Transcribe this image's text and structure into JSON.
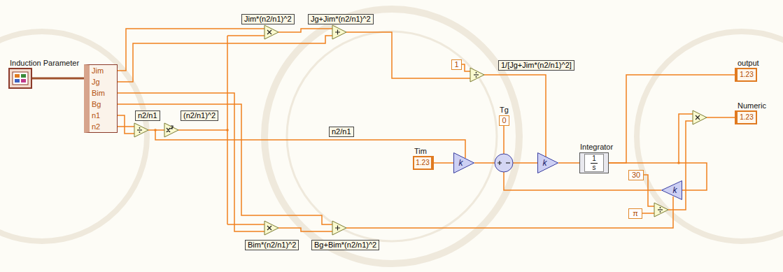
{
  "diagram": {
    "nodes": [
      {
        "text": [
          "Induction Parameter"
        ]
      },
      {
        "text": [
          "Jim",
          "Jg",
          "Bim",
          "Bg",
          "n1",
          "n2"
        ]
      },
      {
        "text": [
          "1"
        ]
      },
      {
        "text": [
          "Tg",
          "0"
        ]
      },
      {
        "text": [
          "Tim",
          "1.23"
        ]
      },
      {
        "text": [
          "k"
        ]
      },
      {
        "text": [
          "k"
        ]
      },
      {
        "text": [
          "Integrator",
          "1",
          "s"
        ]
      },
      {
        "text": [
          "output",
          "1.23"
        ]
      },
      {
        "text": [
          "Numeric",
          "1.23"
        ]
      },
      {
        "text": [
          "30"
        ]
      },
      {
        "text": [
          "k"
        ]
      },
      {
        "text": [
          "π"
        ]
      }
    ],
    "edges": [
      {
        "from": 0,
        "to": 1,
        "arrow": "none"
      },
      {
        "from": 4,
        "to": 5,
        "arrow": "none"
      },
      {
        "from": 6,
        "to": 7,
        "arrow": "none"
      },
      {
        "from": 7,
        "to": 8,
        "arrow": "none"
      },
      {
        "from": 7,
        "to": 11,
        "arrow": "none"
      }
    ],
    "labels": [
      "n2/n1",
      "(n2/n1)^2",
      "Jim*(n2/n1)^2",
      "Jg+Jim*(n2/n1)^2",
      "n2/n1",
      "1/[Jg+Jim*(n2/n1)^2]",
      "Bim*(n2/n1)^2",
      "Bg+Bim*(n2/n1)^2"
    ]
  }
}
